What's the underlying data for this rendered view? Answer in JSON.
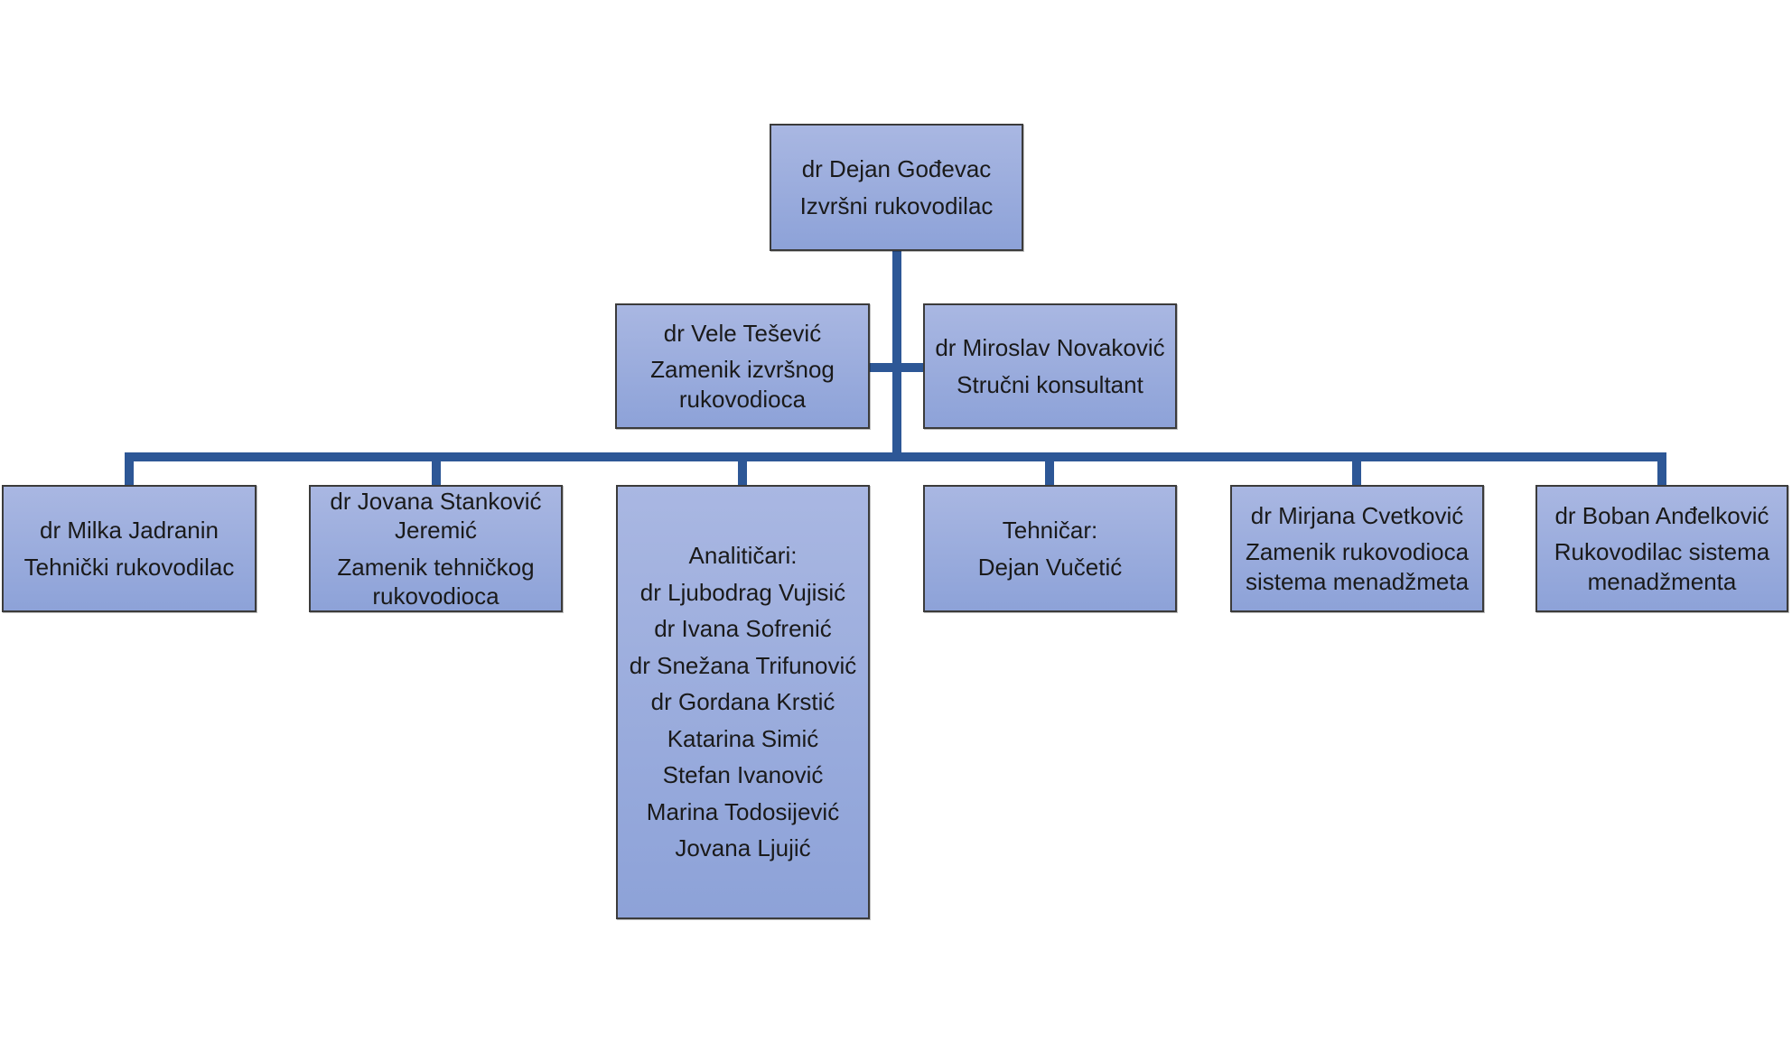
{
  "colors": {
    "connector": "#2d5796",
    "box_border": "#3b3b3b",
    "box_gradient_top": "#a9b7e2",
    "box_gradient_bottom": "#8da2d8",
    "text": "#1a1a1a",
    "background": "#ffffff"
  },
  "chart_data": {
    "type": "org-chart",
    "nodes": {
      "executive": {
        "role": "root",
        "lines": [
          "dr Dejan Gođevac",
          "Izvršni rukovodilac"
        ]
      },
      "deputy_executive": {
        "role": "assistant-left",
        "lines": [
          "dr Vele Tešević",
          "Zamenik izvršnog rukovodioca"
        ]
      },
      "consultant": {
        "role": "assistant-right",
        "lines": [
          "dr Miroslav Novaković",
          "Stručni konsultant"
        ]
      },
      "technical_manager": {
        "role": "child-1",
        "lines": [
          "dr Milka Jadranin",
          "Tehnički rukovodilac"
        ]
      },
      "deputy_technical_manager": {
        "role": "child-2",
        "lines": [
          "dr Jovana Stanković Jeremić",
          "Zamenik tehničkog rukovodioca"
        ]
      },
      "analysts": {
        "role": "child-3",
        "lines": [
          "Analitičari:",
          "dr Ljubodrag Vujisić",
          "dr Ivana Sofrenić",
          "dr Snežana Trifunović",
          "dr Gordana Krstić",
          "Katarina Simić",
          "Stefan Ivanović",
          "Marina Todosijević",
          "Jovana Ljujić"
        ]
      },
      "technician": {
        "role": "child-4",
        "lines": [
          "Tehničar:",
          "Dejan Vučetić"
        ]
      },
      "deputy_qms_manager": {
        "role": "child-5",
        "lines": [
          "dr Mirjana Cvetković",
          "Zamenik rukovodioca sistema menadžmeta"
        ]
      },
      "qms_manager": {
        "role": "child-6",
        "lines": [
          "dr Boban Anđelković",
          "Rukovodilac sistema menadžmenta"
        ]
      }
    }
  }
}
